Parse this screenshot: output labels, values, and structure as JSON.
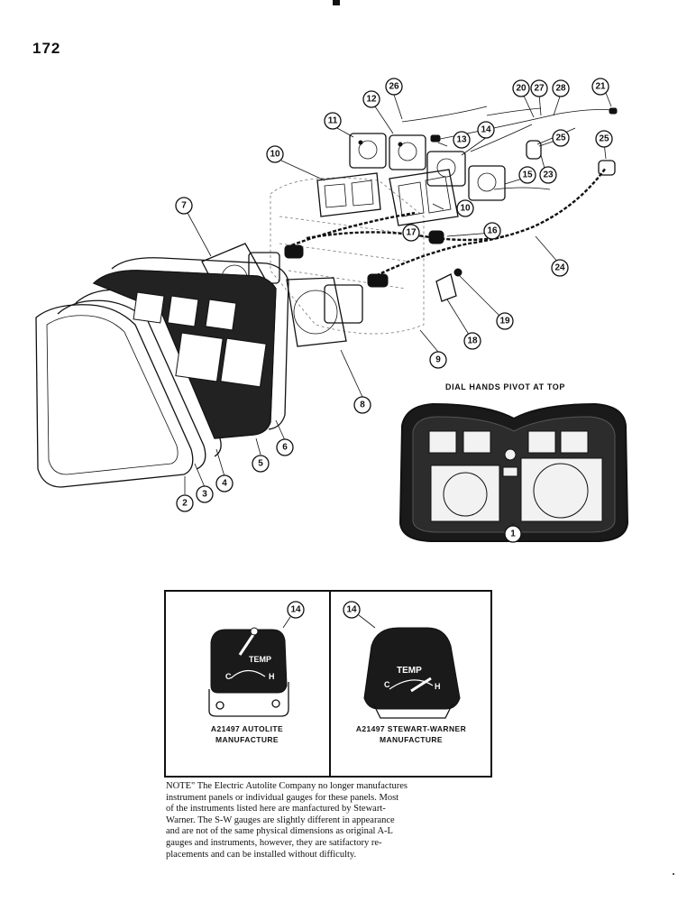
{
  "page_number": "172",
  "callouts": [
    {
      "label": "1"
    },
    {
      "label": "2"
    },
    {
      "label": "3"
    },
    {
      "label": "4"
    },
    {
      "label": "5"
    },
    {
      "label": "6"
    },
    {
      "label": "7"
    },
    {
      "label": "8"
    },
    {
      "label": "9"
    },
    {
      "label": "10"
    },
    {
      "label": "10"
    },
    {
      "label": "11"
    },
    {
      "label": "12"
    },
    {
      "label": "13"
    },
    {
      "label": "14"
    },
    {
      "label": "15"
    },
    {
      "label": "16"
    },
    {
      "label": "17"
    },
    {
      "label": "18"
    },
    {
      "label": "19"
    },
    {
      "label": "20"
    },
    {
      "label": "21"
    },
    {
      "label": "23"
    },
    {
      "label": "24"
    },
    {
      "label": "25"
    },
    {
      "label": "25"
    },
    {
      "label": "26"
    },
    {
      "label": "27"
    },
    {
      "label": "28"
    }
  ],
  "dial_caption": "DIAL HANDS PIVOT AT TOP",
  "insets": [
    {
      "callout": "14",
      "gauge_label": "TEMP",
      "cold_mark": "C",
      "hot_mark": "H",
      "caption_line1": "A21497 AUTOLITE",
      "caption_line2": "MANUFACTURE"
    },
    {
      "callout": "14",
      "gauge_label": "TEMP",
      "cold_mark": "C",
      "hot_mark": "H",
      "caption_line1": "A21497 STEWART-WARNER",
      "caption_line2": "MANUFACTURE"
    }
  ],
  "note_lines": [
    "NOTE\" The Electric Autolite Company no longer manufactures",
    "instrument panels or individual gauges for these panels. Most",
    "of the instruments listed here are manfactured by Stewart-",
    "Warner. The S-W gauges are slightly different in appearance",
    "and are not of the same physical dimensions as original A-L",
    "gauges and instruments, however, they are satifactory re-",
    "placements and can be installed without difficulty."
  ]
}
